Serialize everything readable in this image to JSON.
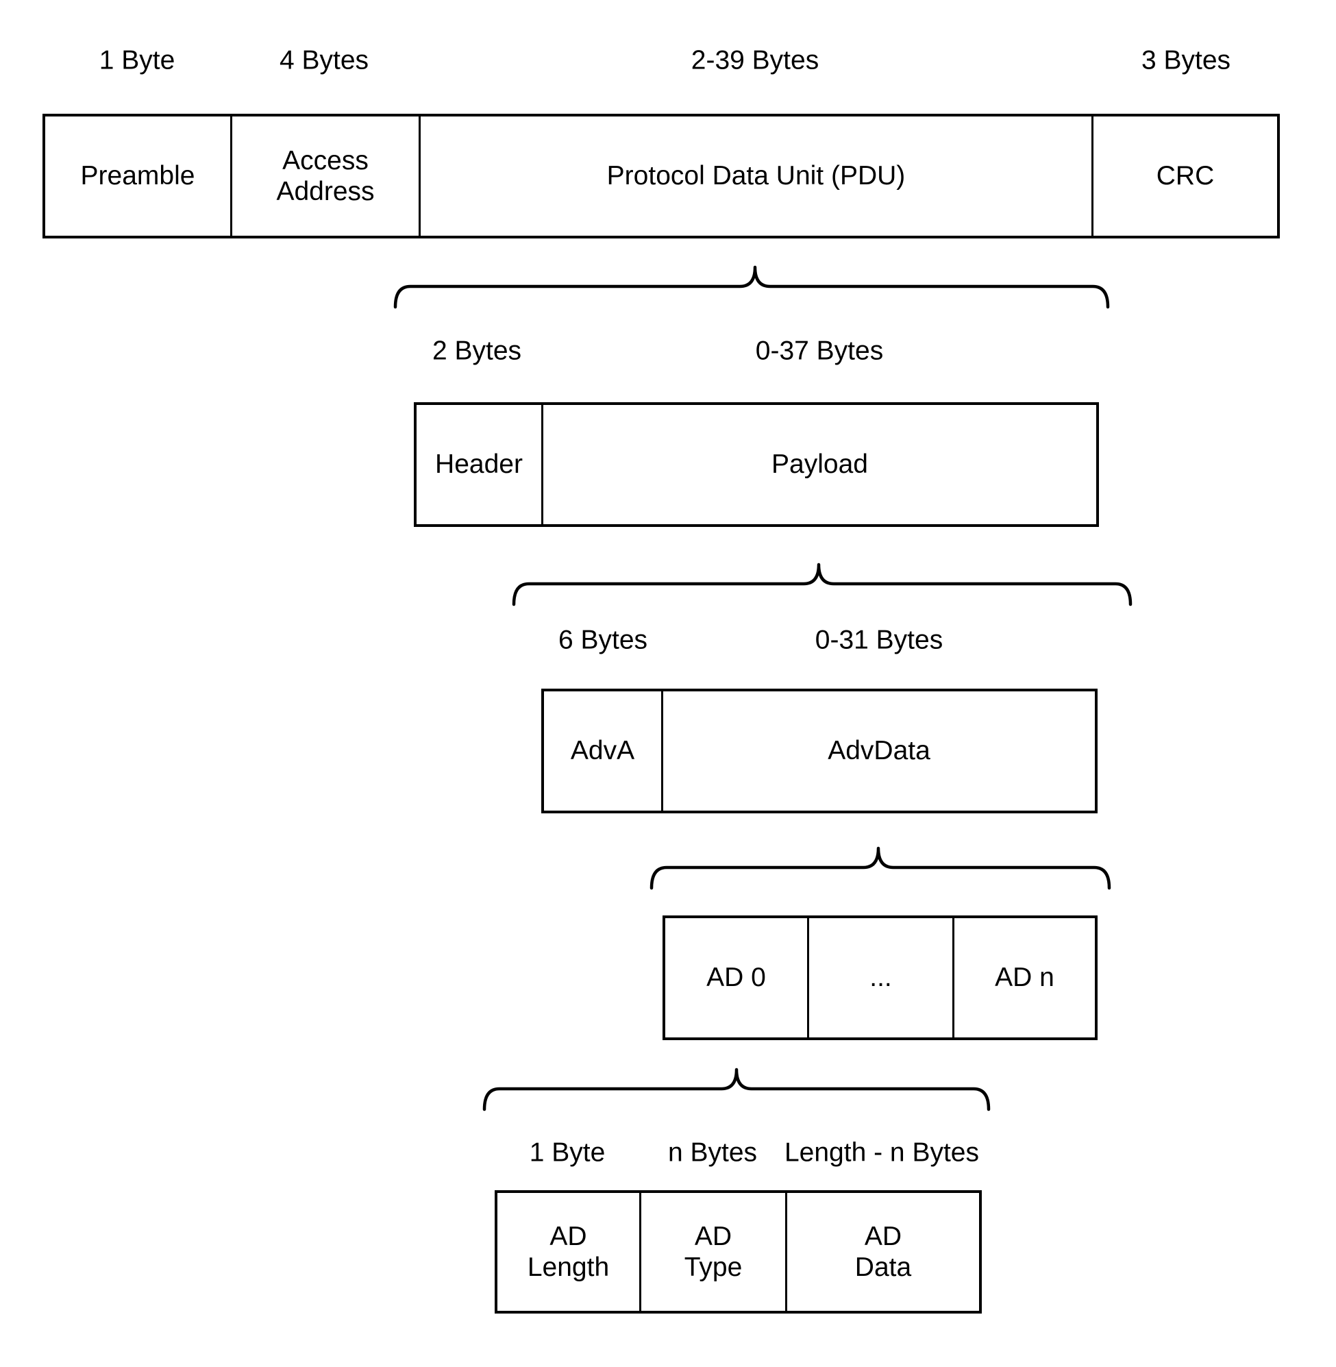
{
  "diagram": {
    "colors": {
      "stroke": "#000000",
      "background": "#ffffff"
    },
    "levels": [
      {
        "id": "packet",
        "size_labels": [
          "1 Byte",
          "4 Bytes",
          "2-39 Bytes",
          "3 Bytes"
        ],
        "cells": [
          "Preamble",
          "Access\nAddress",
          "Protocol Data Unit (PDU)",
          "CRC"
        ]
      },
      {
        "id": "pdu",
        "size_labels": [
          "2 Bytes",
          "0-37 Bytes"
        ],
        "cells": [
          "Header",
          "Payload"
        ]
      },
      {
        "id": "payload",
        "size_labels": [
          "6 Bytes",
          "0-31 Bytes"
        ],
        "cells": [
          "AdvA",
          "AdvData"
        ]
      },
      {
        "id": "advdata",
        "size_labels": [],
        "cells": [
          "AD 0",
          "...",
          "AD n"
        ]
      },
      {
        "id": "ad-structure",
        "size_labels": [
          "1 Byte",
          "n Bytes",
          "Length - n Bytes"
        ],
        "cells": [
          "AD\nLength",
          "AD\nType",
          "AD\nData"
        ]
      }
    ]
  }
}
